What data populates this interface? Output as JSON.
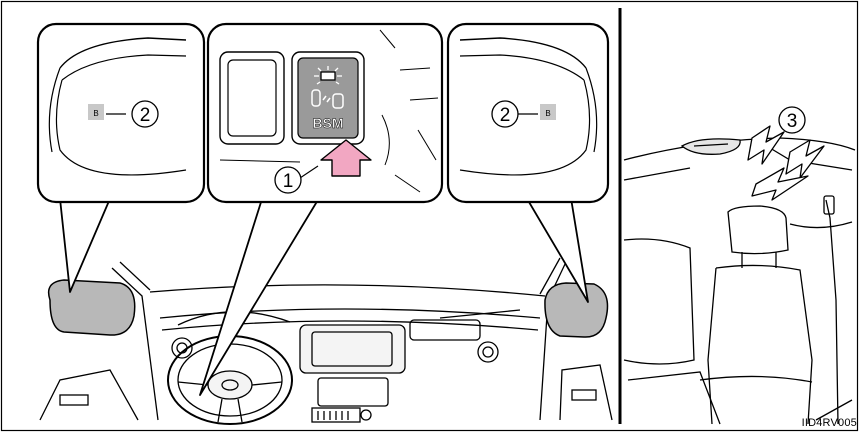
{
  "figure": {
    "reference_code": "IID4RV005",
    "button": {
      "label": "BSM"
    },
    "callouts": {
      "button_number": "1",
      "left_mirror_number": "2",
      "right_mirror_number": "2",
      "buzzer_number": "3"
    },
    "indicator_glyph_left": "B",
    "indicator_glyph_right": "B"
  }
}
